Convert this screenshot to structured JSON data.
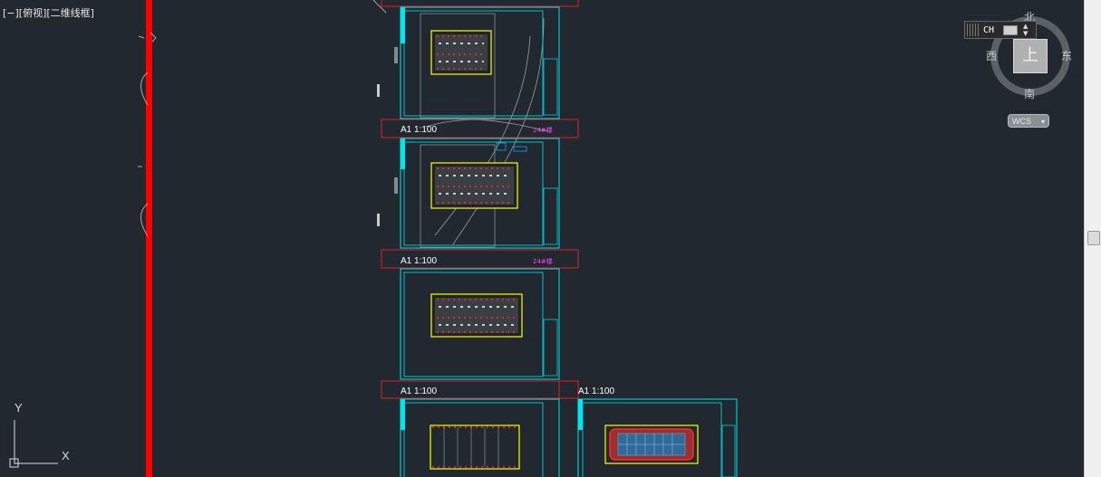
{
  "viewport": {
    "label": "[−][俯视][二维线框]"
  },
  "sheets": [
    {
      "label": "A1 1:100",
      "tag": "24#楼"
    },
    {
      "label": "A1 1:100",
      "tag": "24#楼"
    },
    {
      "label": "A1 1:100",
      "tag": ""
    },
    {
      "label": "A1 1:100",
      "tag": ""
    }
  ],
  "viewcube": {
    "north": "北",
    "south": "南",
    "east": "东",
    "west": "西",
    "face": "上",
    "coord_system": "WCS"
  },
  "language_bar": {
    "text": "CH"
  },
  "ucs": {
    "x": "X",
    "y": "Y"
  },
  "colors": {
    "background": "#212830",
    "sheet_border": "#00e5ee",
    "viewport_frame": "#e02020",
    "axis_line": "#ff0000",
    "plot_yellow": "#ffff00",
    "plot_red": "#ff2a2a",
    "tag_magenta": "#ff44ff"
  },
  "icons": [
    "lock-icon",
    "keyboard-icon",
    "view-cube-icon",
    "ucs-icon"
  ]
}
